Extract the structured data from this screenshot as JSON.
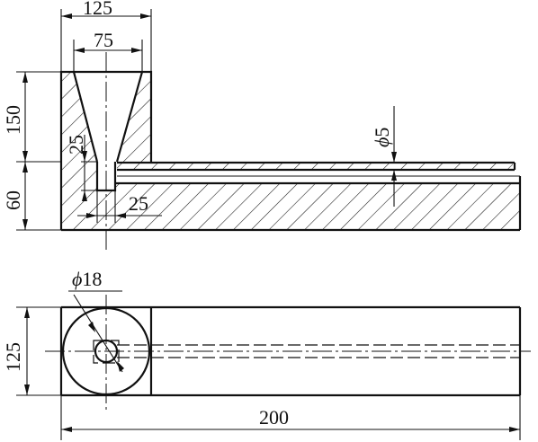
{
  "diagram": {
    "line_color": "#111111",
    "background": "#ffffff",
    "front_view": {
      "dim_top_width": "125",
      "dim_sprue_top": "75",
      "dim_height_upper": "150",
      "dim_height_lower": "60",
      "dim_sprue_depth": "25",
      "dim_well_width": "25",
      "dim_runner_diameter": "5"
    },
    "plan_view": {
      "dim_well_diameter": "18",
      "dim_width": "125",
      "dim_length": "200"
    },
    "symbols": {
      "diameter": "ϕ"
    }
  }
}
